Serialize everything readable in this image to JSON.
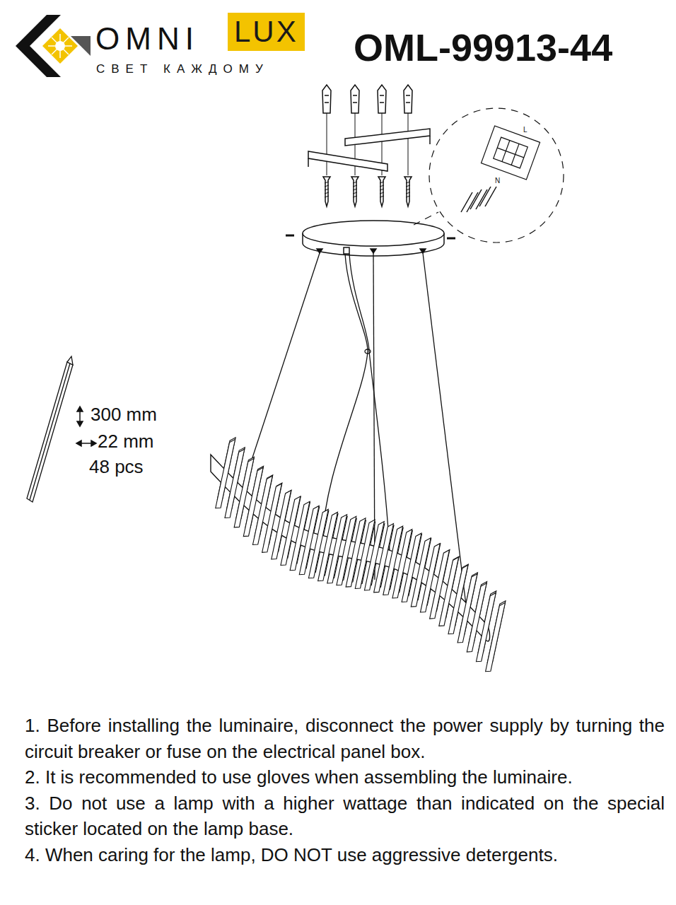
{
  "diagram": {
    "title": "OML-99913-44",
    "nodes": [
      {
        "text": [
          "LUX"
        ]
      }
    ],
    "labels": [
      "OMNI",
      "СВЕТ КАЖДОМУ",
      "300 mm",
      "22 mm",
      "48 pcs",
      "1. Before installing the luminaire, disconnect the power supply by turning the circuit breaker or fuse on the electrical panel box.",
      "2. It is recommended to use gloves when assembling the luminaire.",
      "3. Do not use a lamp with a higher wattage than indicated on the special sticker located on the lamp base.",
      "4. When caring for the lamp, DO NOT use aggressive detergents.",
      "L",
      "N"
    ]
  }
}
